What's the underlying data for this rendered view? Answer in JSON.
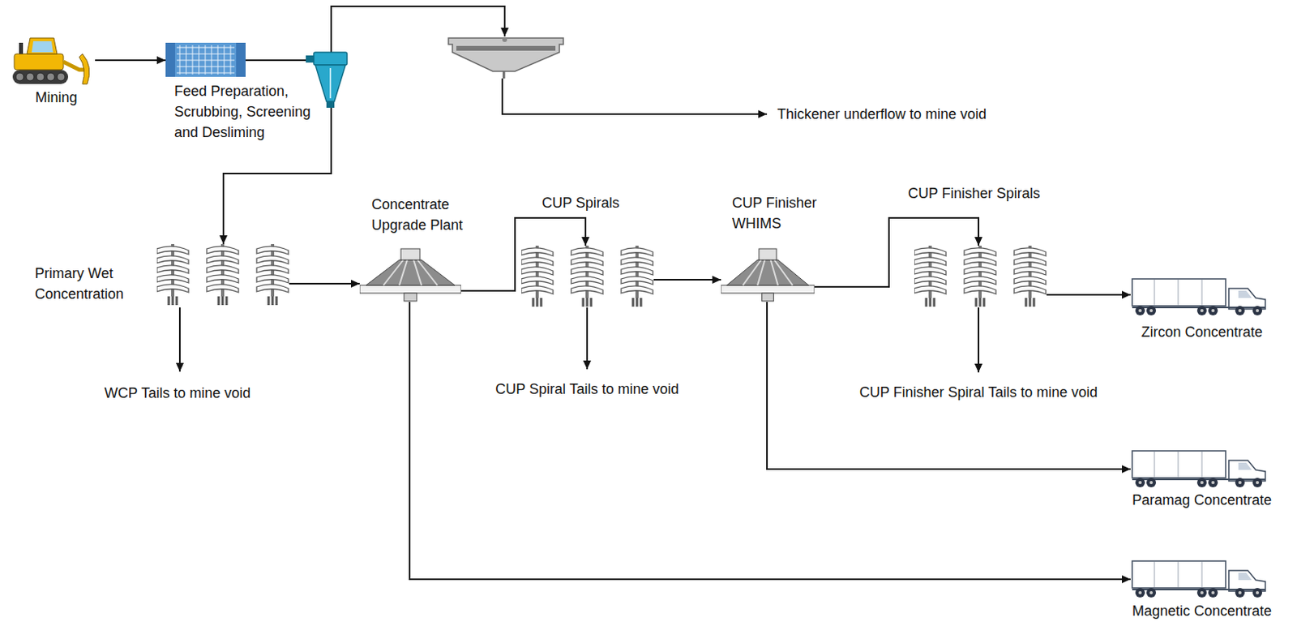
{
  "diagram": {
    "nodes": [
      {
        "text": [
          "Mining"
        ]
      },
      {
        "text": [
          "Feed Preparation, Scrubbing, Screening and Desliming"
        ]
      },
      {
        "text": [
          "Primary Wet Concentration"
        ]
      },
      {
        "text": [
          "Concentrate Upgrade Plant"
        ]
      },
      {
        "text": [
          "CUP Spirals"
        ]
      },
      {
        "text": [
          "CUP Finisher WHIMS"
        ]
      },
      {
        "text": [
          "CUP Finisher Spirals"
        ]
      },
      {
        "text": [
          "Zircon Concentrate"
        ]
      },
      {
        "text": [
          "Paramag Concentrate"
        ]
      },
      {
        "text": [
          "Magnetic Concentrate"
        ]
      }
    ],
    "edges": [
      {
        "from": 0,
        "to": 1,
        "arrow": "to"
      },
      {
        "from": 1,
        "to": 2,
        "arrow": "to"
      },
      {
        "from": 2,
        "to": 3,
        "arrow": "to"
      },
      {
        "from": 3,
        "to": 4,
        "arrow": "to"
      },
      {
        "from": 4,
        "to": 5,
        "arrow": "to"
      },
      {
        "from": 5,
        "to": 6,
        "arrow": "to"
      },
      {
        "from": 6,
        "to": 7,
        "arrow": "to"
      },
      {
        "from": 5,
        "to": 8,
        "arrow": "to"
      },
      {
        "from": 3,
        "to": 9,
        "arrow": "to"
      }
    ],
    "labels": [
      "Thickener underflow to mine void",
      "WCP Tails to mine void",
      "CUP Spiral Tails to mine void",
      "CUP Finisher Spiral Tails to mine void"
    ]
  }
}
